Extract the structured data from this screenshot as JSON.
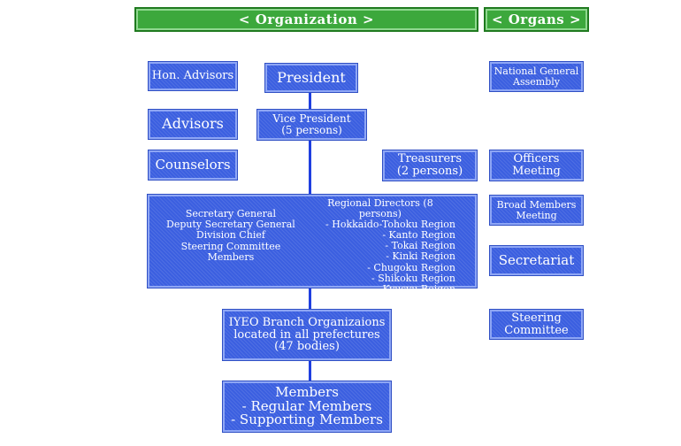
{
  "headers": {
    "organization": "< Organization >",
    "organs": "< Organs >"
  },
  "organization": {
    "hon_advisors": "Hon. Advisors",
    "president": "President",
    "advisors": "Advisors",
    "vice_president": [
      "Vice President",
      "(5 persons)"
    ],
    "counselors": "Counselors",
    "treasurers": [
      "Treasurers",
      "(2 persons)"
    ],
    "secretariat_roles": [
      "Secretary General",
      "Deputy Secretary General",
      "Division Chief",
      "Steering Committee Members"
    ],
    "regional_directors_title": "Regional Directors (8 persons)",
    "regions": [
      "- Hokkaido-Tohoku Region",
      "- Kanto Region",
      "- Tokai Region",
      "- Kinki Region",
      "- Chugoku Region",
      "- Shikoku Region",
      "- Kyusyu Reigon"
    ],
    "branches": [
      "IYEO Branch Organizaions",
      "located in all prefectures",
      "(47 bodies)"
    ],
    "members": [
      "Members",
      "- Regular Members",
      "- Supporting Members"
    ]
  },
  "organs": {
    "national_assembly": [
      "National General",
      "Assembly"
    ],
    "officers_meeting": [
      "Officers",
      "Meeting"
    ],
    "broad_members_meeting": [
      "Broad Members",
      "Meeting"
    ],
    "secretariat": "Secretariat",
    "steering_committee": [
      "Steering",
      "Committee"
    ]
  }
}
